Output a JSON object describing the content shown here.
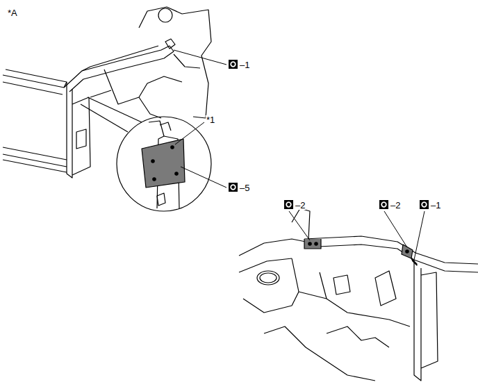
{
  "diagram": {
    "labels": [
      "*A",
      "–1",
      "*1",
      "–5",
      "–2",
      "–2",
      "–1"
    ]
  }
}
